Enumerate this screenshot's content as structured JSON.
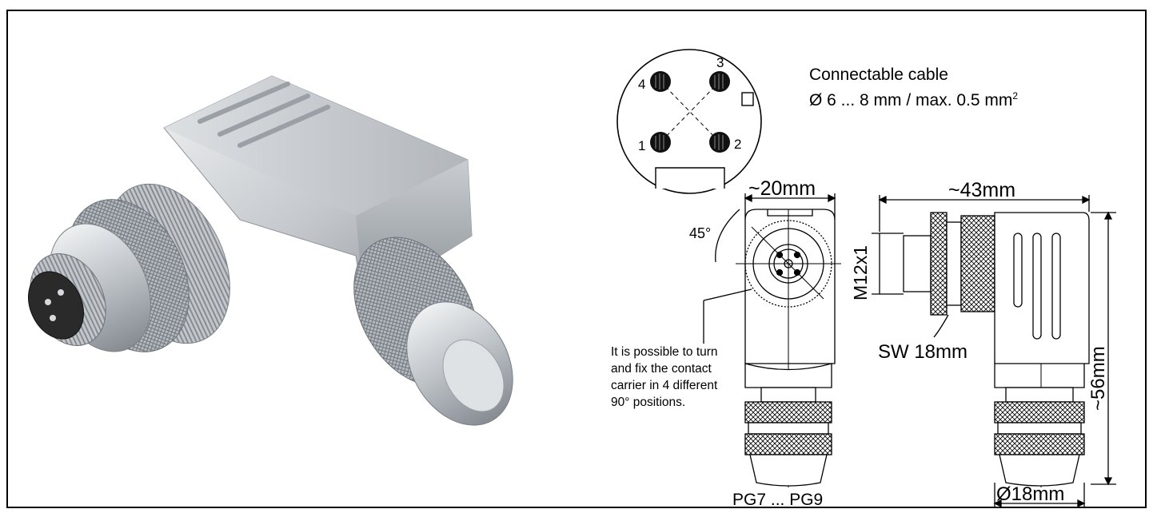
{
  "pin_labels": [
    "1",
    "2",
    "3",
    "4"
  ],
  "cable": {
    "line1": "Connectable cable",
    "line2": "Ø 6 ... 8 mm / max. 0.5 mm",
    "line2_sup": "2"
  },
  "dimensions": {
    "front_width": "~20mm",
    "side_length": "~43mm",
    "height": "~56mm",
    "thread": "M12x1",
    "wrench": "SW 18mm",
    "cable_diameter": "Ø18mm",
    "gland": "PG7 ... PG9",
    "angle": "45°"
  },
  "note": "It is possible to turn and fix the contact carrier in 4 different 90° positions.",
  "colors": {
    "metal_light": "#e4e6e8",
    "metal_mid": "#b9bdc2",
    "metal_dark": "#7e848a",
    "insert": "#1c1c1c",
    "line": "#000000"
  }
}
